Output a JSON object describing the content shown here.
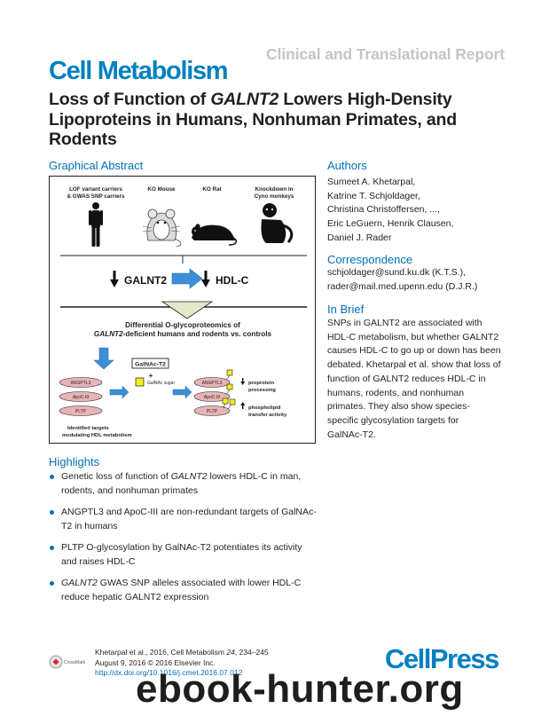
{
  "header": {
    "report_type": "Clinical and Translational Report",
    "journal": "Cell Metabolism",
    "title_pre": "Loss of Function of ",
    "title_gene": "GALNT2",
    "title_post": " Lowers High-Density Lipoproteins in Humans, Nonhuman Primates, and Rodents"
  },
  "graphical_abstract": {
    "heading": "Graphical Abstract",
    "models": [
      "LOF variant carriers",
      "& GWAS SNP carriers",
      "KO Mouse",
      "KO Rat",
      "Knockdown in",
      "Cyno monkeys"
    ],
    "gene_label": "GALNT2",
    "hdl_label": "HDL-C",
    "study_line1": "Differential O-glycoproteomics of",
    "study_line2_gene": "GALNT2",
    "study_line2_rest": "-deficient humans and rodents vs. controls",
    "enzyme": "GalNAc-T2",
    "plus": "+",
    "sugar": "GalNAc sugar",
    "targets": [
      "ANGPTL3",
      "ApoC-III",
      "PLTP"
    ],
    "effect1": [
      "proprotein",
      "processing"
    ],
    "effect2": [
      "phospholipid",
      "transfer activity"
    ],
    "targets_caption": [
      "Identified targets",
      "modulating HDL metabolism"
    ],
    "colors": {
      "arrow_blue": "#3c8fd6",
      "sugar_yellow": "#f2ee1a",
      "target_pink": "#e7b3b5",
      "funnel": "#e4e9c9"
    }
  },
  "authors": {
    "heading": "Authors",
    "lines": [
      "Sumeet A. Khetarpal,",
      "Katrine T. Schjoldager,",
      "Christina Christoffersen, ...,",
      "Eric LeGuern, Henrik Clausen,",
      "Daniel J. Rader"
    ]
  },
  "correspondence": {
    "heading": "Correspondence",
    "lines": [
      "schjoldager@sund.ku.dk (K.T.S.),",
      "rader@mail.med.upenn.edu (D.J.R.)"
    ]
  },
  "in_brief": {
    "heading": "In Brief",
    "lines": [
      "SNPs in GALNT2 are associated with",
      "HDL-C metabolism, but whether GALNT2",
      "causes HDL-C to go up or down has been",
      "debated. Khetarpal et al. show that loss of",
      "function of GALNT2 reduces HDL-C in",
      "humans, rodents, and nonhuman",
      "primates. They also show species-",
      "specific glycosylation targets for",
      "GalNAc-T2."
    ]
  },
  "highlights": {
    "heading": "Highlights",
    "items": [
      {
        "pre": "Genetic loss of function of ",
        "gene": "GALNT2",
        "post": " lowers HDL-C in man,",
        "line2": "rodents, and nonhuman primates"
      },
      {
        "pre": "ANGPTL3 and ApoC-III are non-redundant targets of GalNAc-",
        "gene": "",
        "post": "",
        "line2": "T2 in humans"
      },
      {
        "pre": "PLTP O-glycosylation by GalNAc-T2 potentiates its activity",
        "gene": "",
        "post": "",
        "line2": "and raises HDL-C"
      },
      {
        "pre": "",
        "gene": "GALNT2",
        "post": " GWAS SNP alleles associated with lower HDL-C",
        "line2": "reduce hepatic GALNT2 expression"
      }
    ]
  },
  "footer": {
    "cite_pre": "Khetarpal et al., 2016, Cell Metabolism ",
    "cite_vol": "24",
    "cite_post": ", 234–245",
    "date": "August 9, 2016 © 2016 Elsevier Inc.",
    "doi": "http://dx.doi.org/10.1016/j.cmet.2016.07.012",
    "crossmark": "CrossMark",
    "cellpress": "CellPress",
    "watermark": "ebook-hunter.org"
  }
}
